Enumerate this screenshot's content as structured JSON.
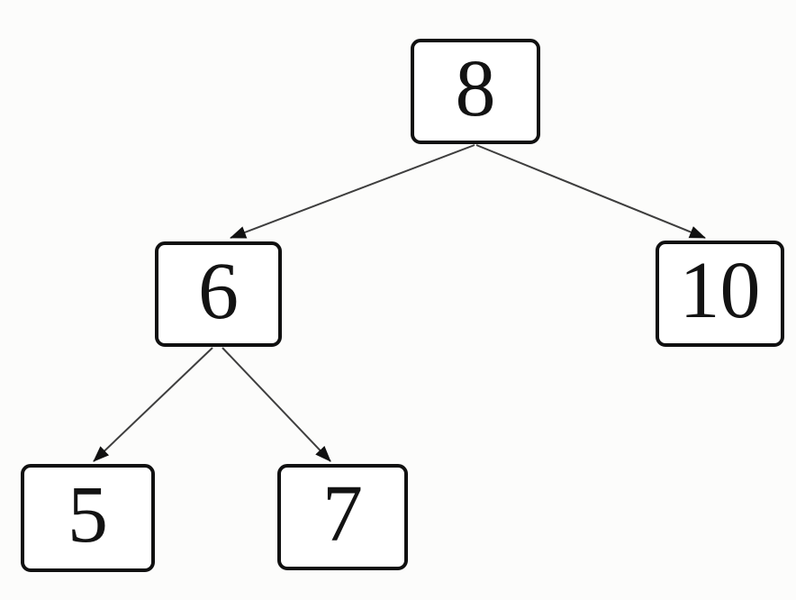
{
  "diagram": {
    "type": "binary-search-tree",
    "nodes": [
      {
        "id": "root",
        "label": "8"
      },
      {
        "id": "left",
        "label": "6"
      },
      {
        "id": "right",
        "label": "10"
      },
      {
        "id": "left-left",
        "label": "5"
      },
      {
        "id": "left-right",
        "label": "7"
      }
    ],
    "edges": [
      {
        "from": "8",
        "to": "6"
      },
      {
        "from": "8",
        "to": "10"
      },
      {
        "from": "6",
        "to": "5"
      },
      {
        "from": "6",
        "to": "7"
      }
    ],
    "colors": {
      "background": "#fcfcfb",
      "node_fill": "#ffffff",
      "node_border": "#101010",
      "edge": "#3e3e3e",
      "arrowhead": "#111111",
      "text": "#131313"
    }
  }
}
